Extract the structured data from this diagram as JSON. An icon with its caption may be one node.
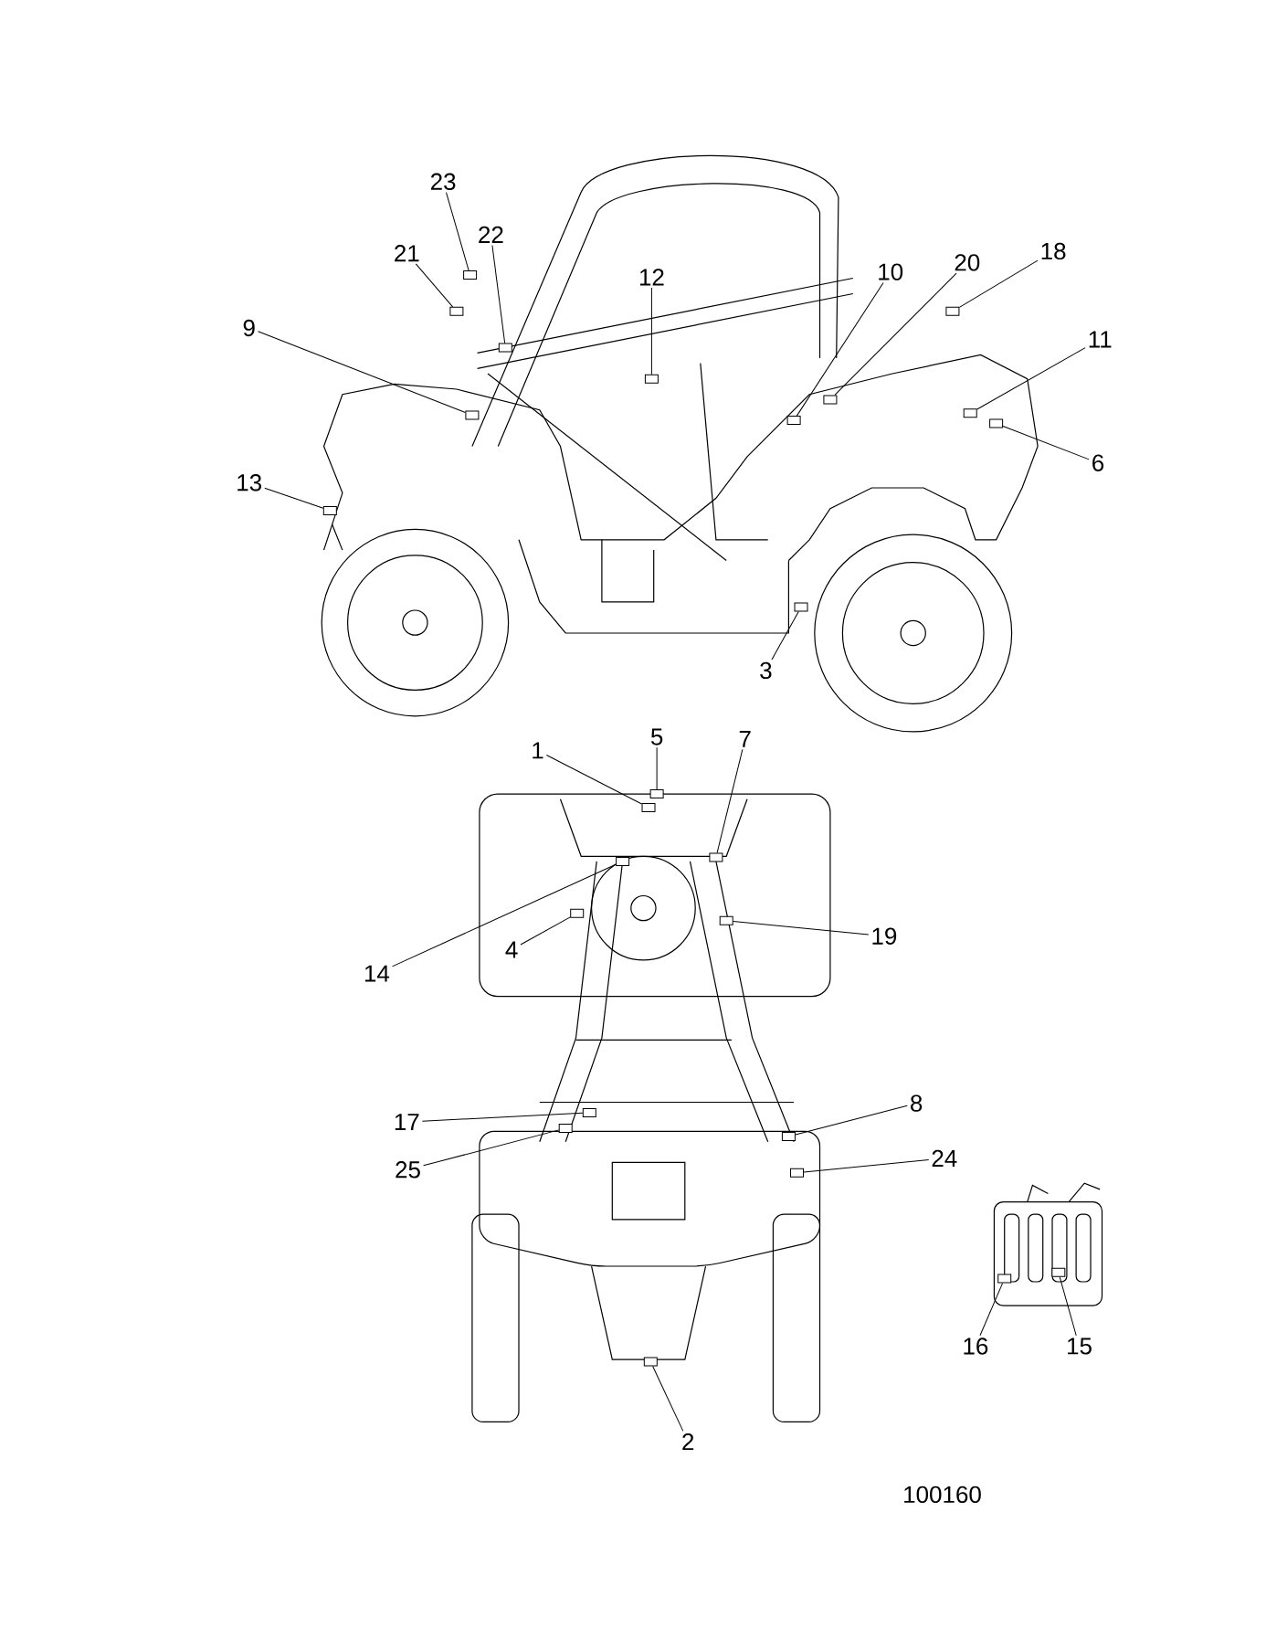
{
  "diagram": {
    "nodes": [
      {
        "text": [
          "23"
        ]
      },
      {
        "text": [
          "21"
        ]
      },
      {
        "text": [
          "22"
        ]
      },
      {
        "text": [
          "9"
        ]
      },
      {
        "text": [
          "12"
        ]
      },
      {
        "text": [
          "10"
        ]
      },
      {
        "text": [
          "20"
        ]
      },
      {
        "text": [
          "18"
        ]
      },
      {
        "text": [
          "11"
        ]
      },
      {
        "text": [
          "6"
        ]
      },
      {
        "text": [
          "13"
        ]
      },
      {
        "text": [
          "3"
        ]
      },
      {
        "text": [
          "5"
        ]
      },
      {
        "text": [
          "1"
        ]
      },
      {
        "text": [
          "7"
        ]
      },
      {
        "text": [
          "19"
        ]
      },
      {
        "text": [
          "14"
        ]
      },
      {
        "text": [
          "4"
        ]
      },
      {
        "text": [
          "17"
        ]
      },
      {
        "text": [
          "8"
        ]
      },
      {
        "text": [
          "25"
        ]
      },
      {
        "text": [
          "24"
        ]
      },
      {
        "text": [
          "16"
        ]
      },
      {
        "text": [
          "15"
        ]
      },
      {
        "text": [
          "2"
        ]
      },
      {
        "text": [],
        "shape": "box"
      },
      {
        "text": [],
        "shape": "box"
      },
      {
        "text": [],
        "shape": "box"
      },
      {
        "text": [],
        "shape": "box"
      },
      {
        "text": [],
        "shape": "box"
      },
      {
        "text": [],
        "shape": "box"
      },
      {
        "text": [],
        "shape": "box"
      },
      {
        "text": [],
        "shape": "box"
      },
      {
        "text": [],
        "shape": "box"
      },
      {
        "text": [],
        "shape": "box"
      },
      {
        "text": [],
        "shape": "box"
      },
      {
        "text": [],
        "shape": "box"
      },
      {
        "text": [],
        "shape": "box"
      },
      {
        "text": [],
        "shape": "box"
      },
      {
        "text": [],
        "shape": "box"
      },
      {
        "text": [],
        "shape": "box"
      },
      {
        "text": [],
        "shape": "box"
      },
      {
        "text": [],
        "shape": "box"
      },
      {
        "text": [],
        "shape": "box"
      },
      {
        "text": [],
        "shape": "box"
      },
      {
        "text": [],
        "shape": "box"
      },
      {
        "text": [],
        "shape": "box"
      },
      {
        "text": [],
        "shape": "box"
      },
      {
        "text": [],
        "shape": "box"
      },
      {
        "text": [],
        "shape": "box"
      }
    ],
    "edges": [
      {
        "from": 0,
        "to": 25,
        "arrow": "none"
      },
      {
        "from": 1,
        "to": 26,
        "arrow": "none"
      },
      {
        "from": 2,
        "to": 27,
        "arrow": "none"
      },
      {
        "from": 3,
        "to": 28,
        "arrow": "none"
      },
      {
        "from": 4,
        "to": 29,
        "arrow": "none"
      },
      {
        "from": 5,
        "to": 30,
        "arrow": "none"
      },
      {
        "from": 6,
        "to": 31,
        "arrow": "none"
      },
      {
        "from": 7,
        "to": 32,
        "arrow": "none"
      },
      {
        "from": 8,
        "to": 33,
        "arrow": "none"
      },
      {
        "from": 9,
        "to": 34,
        "arrow": "none"
      },
      {
        "from": 10,
        "to": 35,
        "arrow": "none"
      },
      {
        "from": 11,
        "to": 36,
        "arrow": "none"
      },
      {
        "from": 12,
        "to": 37,
        "arrow": "none"
      },
      {
        "from": 13,
        "to": 38,
        "arrow": "none"
      },
      {
        "from": 14,
        "to": 39,
        "arrow": "none"
      },
      {
        "from": 15,
        "to": 40,
        "arrow": "none"
      },
      {
        "from": 16,
        "to": 41,
        "arrow": "none"
      },
      {
        "from": 17,
        "to": 42,
        "arrow": "none"
      },
      {
        "from": 18,
        "to": 43,
        "arrow": "none"
      },
      {
        "from": 19,
        "to": 44,
        "arrow": "none"
      },
      {
        "from": 20,
        "to": 45,
        "arrow": "none"
      },
      {
        "from": 21,
        "to": 46,
        "arrow": "none"
      },
      {
        "from": 22,
        "to": 47,
        "arrow": "none"
      },
      {
        "from": 23,
        "to": 48,
        "arrow": "none"
      },
      {
        "from": 24,
        "to": 49,
        "arrow": "none"
      }
    ],
    "labels": [
      "100160"
    ]
  }
}
